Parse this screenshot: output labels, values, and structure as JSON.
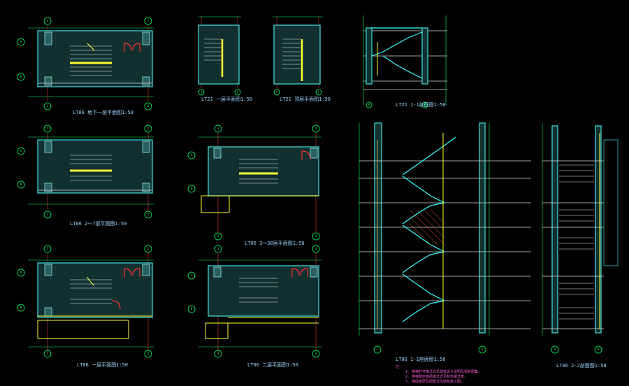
{
  "captions": {
    "plan_basement": "LT06 地下一层平面图1:50",
    "plan_2_7": "LT06 2～7层平面图1:50",
    "plan_ground": "LT06 一层平面图1:50",
    "lt21_basement": "LT21 一层平面图1:50",
    "lt21_top": "LT21 顶层平面图1:50",
    "lt21_section": "LT21 1-1剖面图1:50",
    "plan_3_30": "LT06 3～30层平面图1:50",
    "plan_second": "LT06 二层平面图1:50",
    "section_1_1": "LT06 1-1剖面图1:50",
    "section_2_2": "LT06 2-2剖面图1:50"
  },
  "notes": {
    "heading": "注：",
    "line1": "1. 楼梯栏杆做法详见建筑设计说明及相关图集。",
    "line2": "2. 楼梯踏步面层做法详见材料做法表。",
    "line3": "3. 梯段板厚及配筋详见结构施工图。"
  },
  "axes": {
    "a": "A",
    "b": "B",
    "c": "C",
    "d": "D",
    "e": "E",
    "n1": "1",
    "n2": "2",
    "n3": "3",
    "n4": "4"
  },
  "colors": {
    "background": "#000000",
    "wall": "#3cc6c6",
    "landing": "#ffff33",
    "axis": "#00ff66",
    "door": "#ff3030",
    "caption": "#9bd7ff",
    "note": "#ff5bd6"
  }
}
